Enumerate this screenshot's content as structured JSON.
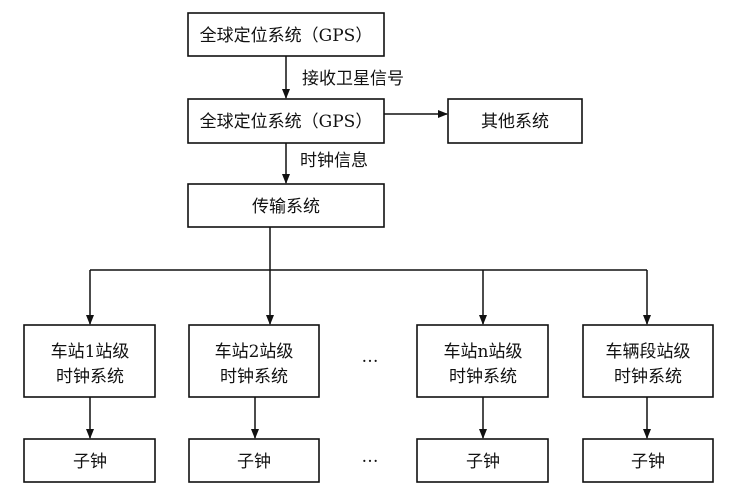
{
  "nodes": {
    "gps_top": "全球定位系统（GPS）",
    "gps_mid": "全球定位系统（GPS）",
    "other": "其他系统",
    "transport": "传输系统",
    "station1": [
      "车站1站级",
      "时钟系统"
    ],
    "station2": [
      "车站2站级",
      "时钟系统"
    ],
    "stationn": [
      "车站n站级",
      "时钟系统"
    ],
    "depot": [
      "车辆段站级",
      "时钟系统"
    ],
    "sub_clock": "子钟",
    "ellipsis": "…"
  },
  "edges": {
    "receive": "接收卫星信号",
    "clock_info": "时钟信息"
  },
  "colors": {
    "line": "#111111",
    "background": "#ffffff"
  }
}
